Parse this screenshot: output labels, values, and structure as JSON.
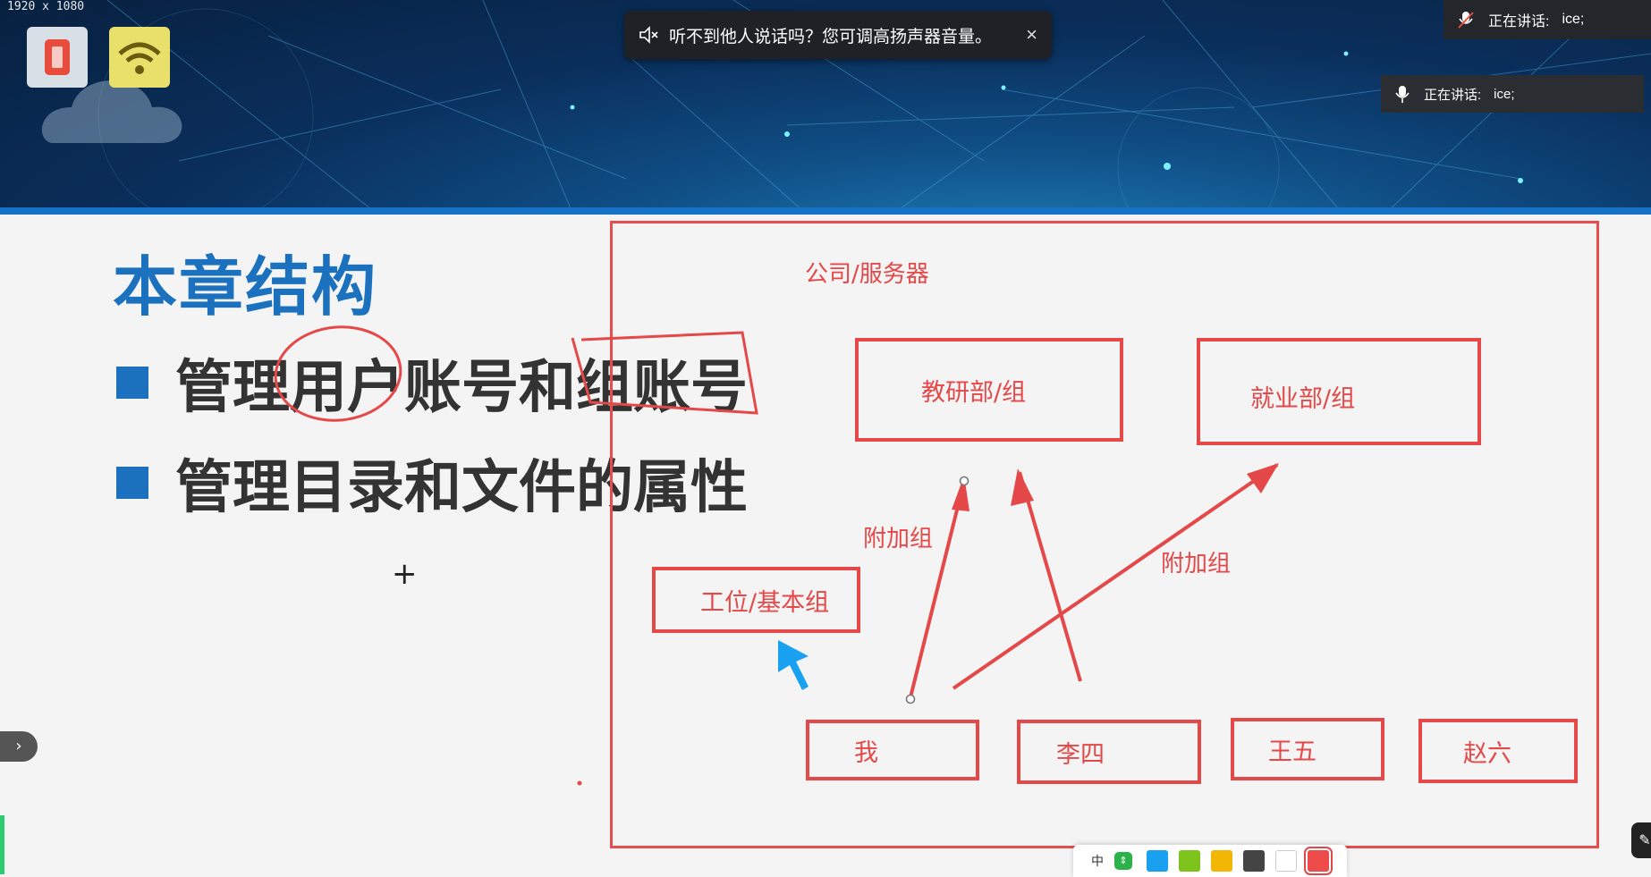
{
  "screen": {
    "dims_label": "1920 x 1080"
  },
  "notification": {
    "text": "听不到他人说话吗？您可调高扬声器音量。",
    "close": "×"
  },
  "speakers": [
    {
      "label": "正在讲话:",
      "name": "ice;"
    },
    {
      "label": "正在讲话:",
      "name": "ice;"
    }
  ],
  "slide": {
    "title": "本章结构",
    "bullets": [
      "管理用户账号和组账号",
      "管理目录和文件的属性"
    ]
  },
  "diagram": {
    "container_label": "公司/服务器",
    "groups": [
      "教研部/组",
      "就业部/组"
    ],
    "basic_group": "工位/基本组",
    "extra_label_1": "附加组",
    "extra_label_2": "附加组",
    "users": [
      "我",
      "李四",
      "王五",
      "赵六"
    ]
  },
  "toolbar": {
    "ime": "中",
    "toggle": "⇕"
  },
  "colors": {
    "brand_blue": "#1b71bd",
    "annotation_red": "#e54848",
    "swatches": [
      "#1aa0f0",
      "#7ec21c",
      "#f2b705",
      "#444444",
      "#ffffff",
      "#ee4b4b"
    ]
  },
  "icons": [
    "muted-speaker-icon",
    "close-icon",
    "muted-mic-icon",
    "mic-icon",
    "expand-chevron-icon",
    "pen-icon",
    "crosshair-cursor-icon"
  ]
}
